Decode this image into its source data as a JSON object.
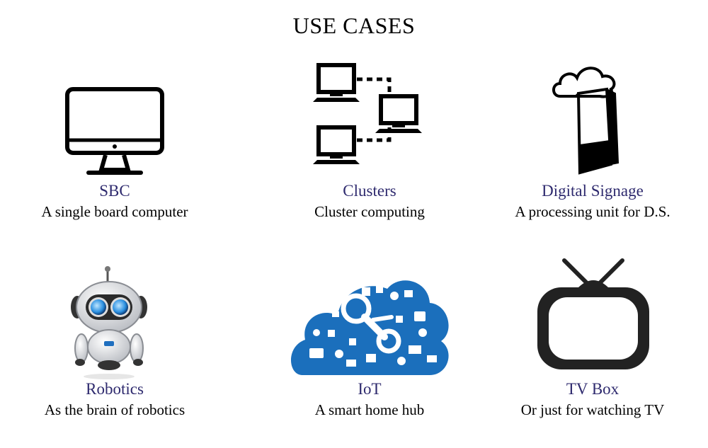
{
  "title": "USE CASES",
  "colors": {
    "accent": "#2e2a6e",
    "iot_blue": "#1b6fbc",
    "ink": "#000000"
  },
  "cards": [
    {
      "title": "SBC",
      "desc": "A single board computer",
      "icon": "monitor-icon"
    },
    {
      "title": "Clusters",
      "desc": "Cluster computing",
      "icon": "network-cluster-icon"
    },
    {
      "title": "Digital Signage",
      "desc": "A processing unit for D.S.",
      "icon": "digital-signage-kiosk-icon"
    },
    {
      "title": "Robotics",
      "desc": "As the brain of robotics",
      "icon": "robot-icon"
    },
    {
      "title": "IoT",
      "desc": "A smart home hub",
      "icon": "iot-cloud-icon"
    },
    {
      "title": "TV Box",
      "desc": "Or just for watching TV",
      "icon": "tv-icon"
    }
  ]
}
